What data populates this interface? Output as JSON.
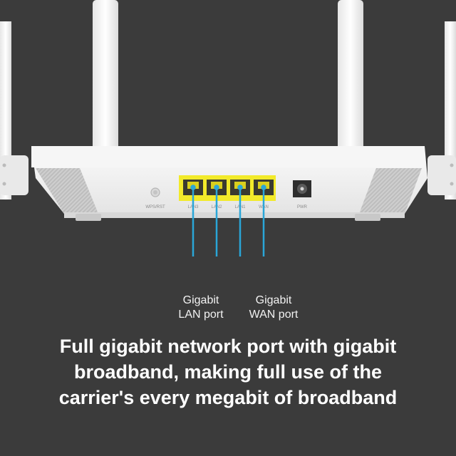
{
  "colors": {
    "background": "#3b3b3b",
    "router_body": "#f3f3f3",
    "port_highlight": "#f2ea2a",
    "callout_line": "#2aa6d8",
    "text": "#ffffff"
  },
  "router": {
    "button_label": "WPS/RST",
    "power_label": "PWR",
    "ports": [
      {
        "label": "LAN3",
        "type": "lan"
      },
      {
        "label": "LAN2",
        "type": "lan"
      },
      {
        "label": "LAN1",
        "type": "lan"
      },
      {
        "label": "WAN",
        "type": "wan"
      }
    ]
  },
  "callouts": {
    "lan": {
      "line1": "Gigabit",
      "line2": "LAN port"
    },
    "wan": {
      "line1": "Gigabit",
      "line2": "WAN port"
    }
  },
  "headline": {
    "line1": "Full gigabit network port with gigabit",
    "line2": "broadband, making full use of  the",
    "line3": "carrier's every megabit of broadband"
  }
}
